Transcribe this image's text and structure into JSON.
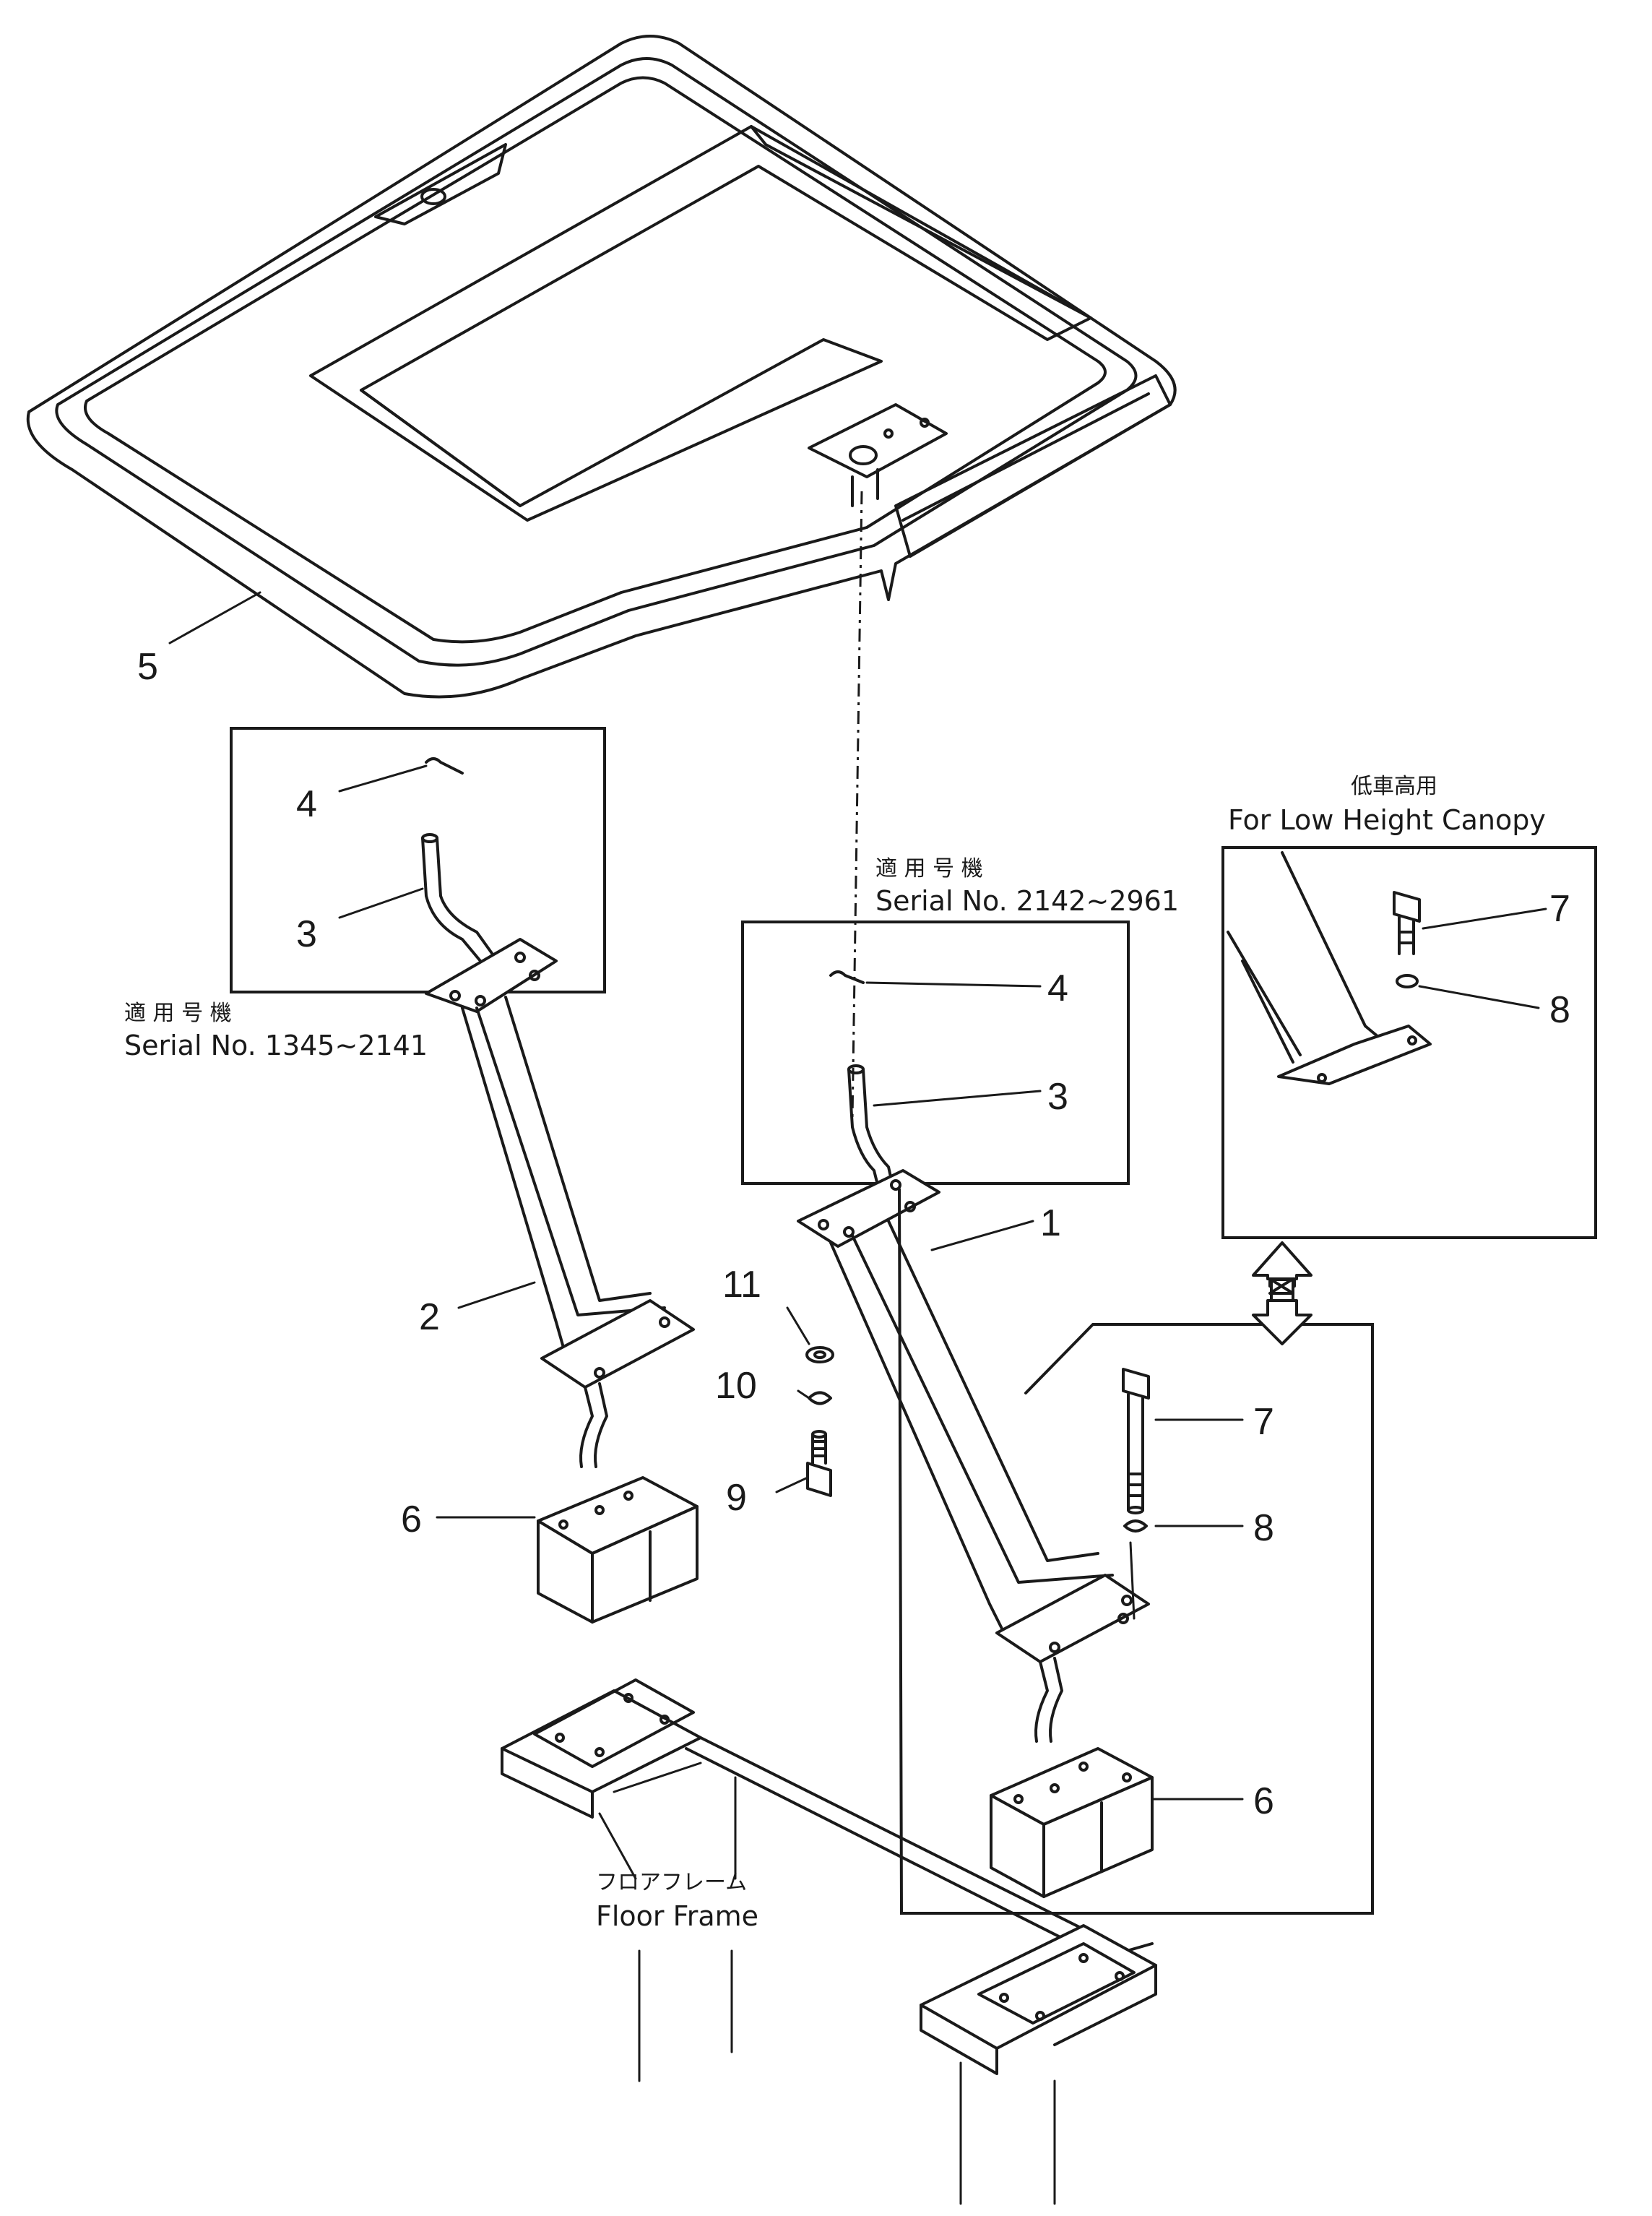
{
  "callouts": {
    "c5": "5",
    "c4_left": "4",
    "c3_left": "3",
    "c2": "2",
    "c6_left": "6",
    "c4_mid": "4",
    "c3_mid": "3",
    "c1": "1",
    "c11": "11",
    "c10": "10",
    "c9": "9",
    "c7_inset": "7",
    "c8_inset": "8",
    "c7_main": "7",
    "c8_main": "8",
    "c6_right": "6"
  },
  "labels": {
    "serial_left_jp": "適 用 号 機",
    "serial_left": "Serial No. 1345~2141",
    "serial_mid_jp": "適 用 号 機",
    "serial_mid": "Serial  No. 2142~2961",
    "low_height_jp": "低車高用",
    "low_height": "For Low Height Canopy",
    "floor_frame_jp": "フロアフレーム",
    "floor_frame": "Floor Frame"
  }
}
